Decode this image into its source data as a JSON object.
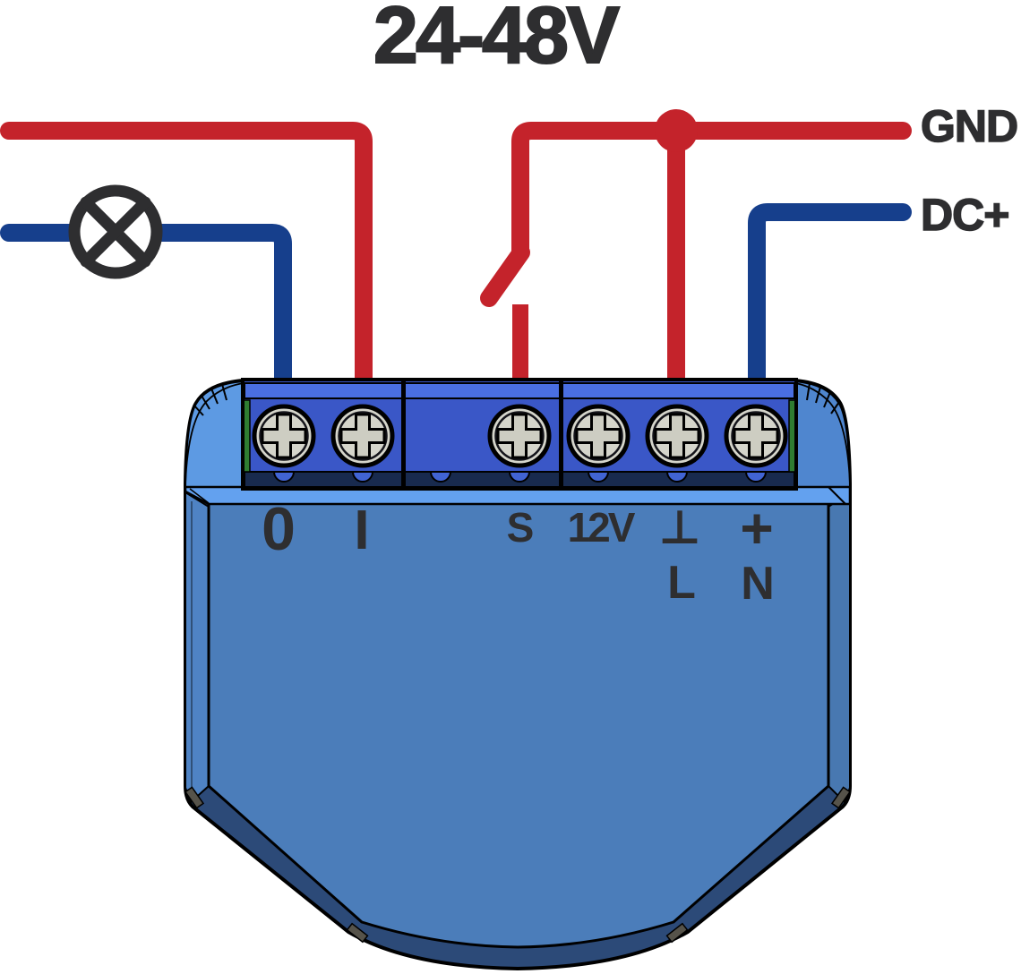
{
  "diagram": {
    "title": "24-48V",
    "wire_labels": {
      "gnd": "GND",
      "dc_plus": "DC+"
    },
    "device": {
      "terminals_row1": [
        "0",
        "I",
        "S",
        "12V",
        "⊥",
        "+"
      ],
      "terminals_row2": [
        "L",
        "N"
      ],
      "screw_count": 6
    },
    "icons": {
      "lamp": "lamp-circle-x-icon",
      "switch": "open-switch-icon",
      "junction": "wire-junction-dot-icon"
    },
    "colors": {
      "wire_red": "#c4232b",
      "wire_blue": "#163f8c",
      "symbol_dark": "#2e2e30",
      "device_body": "#4b7dba",
      "device_rim": "#2c4a78",
      "device_lip": "#63a1ef",
      "corner_bevel": "#5d9ae3",
      "terminal_face": "#3a57c7",
      "terminal_top_strip": "#4a6fe2",
      "terminal_dark_band": "#182a4e",
      "notch_blue": "#4164d4",
      "screw_head": "#d5d5cb",
      "green_end_plate": "#2f7d31",
      "label_text": "#2e2e30"
    }
  }
}
